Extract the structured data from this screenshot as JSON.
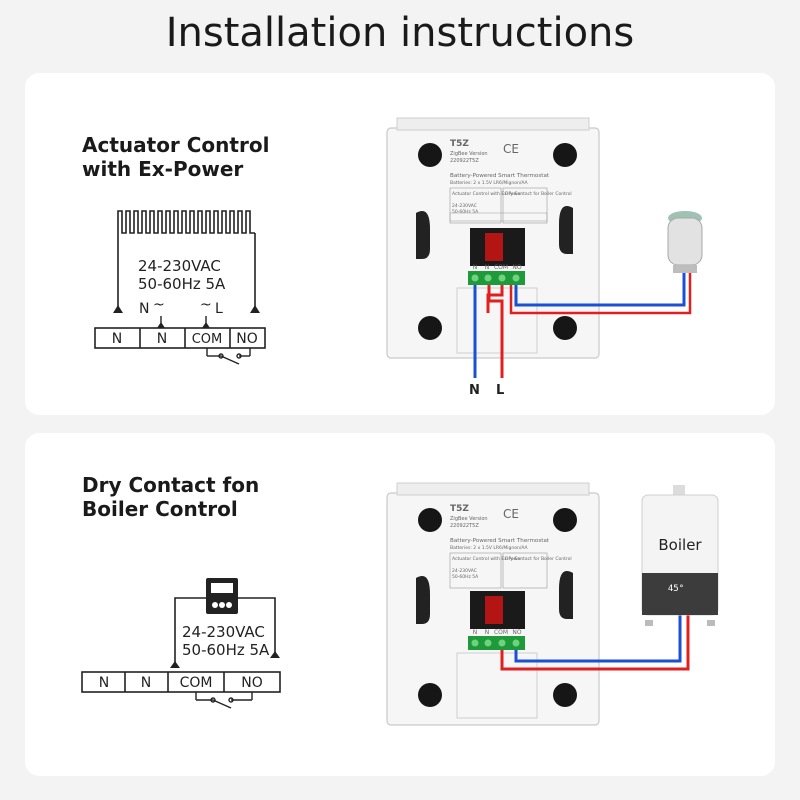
{
  "page": {
    "title": "Installation instructions"
  },
  "section1": {
    "heading_line1": "Actuator Control",
    "heading_line2": "with Ex-Power",
    "schematic": {
      "voltage": "24-230VAC",
      "frequency": "50-60Hz 5A",
      "n_label": "N",
      "l_label": "L",
      "ac_symbol": "~",
      "terminals": [
        "N",
        "N",
        "COM",
        "NO"
      ]
    },
    "device": {
      "model": "T5Z",
      "version": "ZigBee Version",
      "code": "220922T5Z",
      "ce": "CE",
      "product": "Battery-Powered Smart Thermostat",
      "batteries": "Batteries: 2 x 1.5V LR6/Mignon/AA",
      "box1_title": "Actuator Control with Ex-Power",
      "box2_title": "Dry Contact for Boiler Control",
      "box_voltage": "24-230VAC",
      "box_freq": "50-60Hz 5A",
      "terminal_labels": [
        "N",
        "N",
        "COM",
        "NO"
      ]
    },
    "wire_labels": {
      "n": "N",
      "l": "L"
    }
  },
  "section2": {
    "heading_line1": "Dry Contact fon",
    "heading_line2": "Boiler Control",
    "schematic": {
      "voltage": "24-230VAC",
      "frequency": "50-60Hz 5A",
      "terminals": [
        "N",
        "N",
        "COM",
        "NO"
      ]
    },
    "boiler": {
      "label": "Boiler",
      "display": "45°"
    }
  },
  "colors": {
    "wire_red": "#e02020",
    "wire_blue": "#1a4fd6",
    "terminal_green": "#1f9a3a"
  }
}
